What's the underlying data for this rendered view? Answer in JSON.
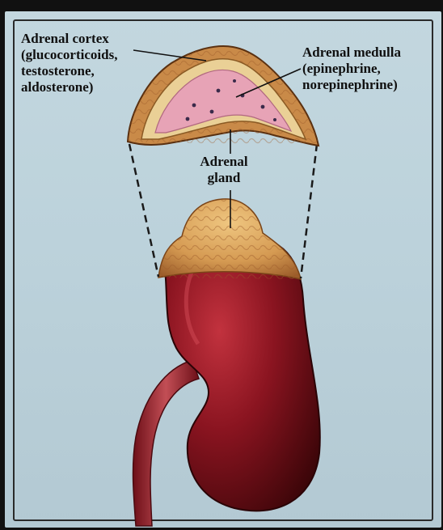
{
  "labels": {
    "cortex": {
      "title": "Adrenal cortex",
      "lines": [
        "(glucocorticoids,",
        "testosterone,",
        "aldosterone)"
      ]
    },
    "medulla": {
      "title": "Adrenal medulla",
      "lines": [
        "(epinephrine,",
        "norepinephrine)"
      ]
    },
    "gland": {
      "lines": [
        "Adrenal",
        "gland"
      ]
    }
  },
  "colors": {
    "kidney": "#8a1420",
    "kidney_dark": "#3a0508",
    "adrenal": "#d9a55e",
    "medulla": "#e8a5b8",
    "cortex_band": "#e8c98a",
    "background": "#bcd2db"
  }
}
